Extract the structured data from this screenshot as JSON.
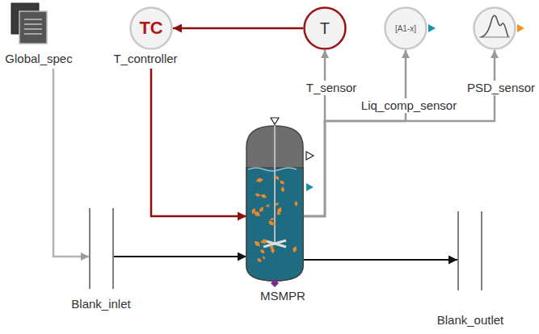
{
  "diagram": {
    "nodes": [
      {
        "text": [
          "Global_spec"
        ]
      },
      {
        "text": [
          "TC",
          "T_controller"
        ]
      },
      {
        "text": [
          "T",
          "T_sensor"
        ]
      },
      {
        "text": [
          "[A1-x]",
          "Liq_comp_sensor"
        ]
      },
      {
        "text": [
          "PSD_sensor"
        ]
      },
      {
        "text": [
          "Blank_inlet"
        ]
      },
      {
        "text": [
          "MSMPR"
        ]
      },
      {
        "text": [
          "Blank_outlet"
        ]
      }
    ],
    "edges": [
      {
        "from": 0,
        "to": 5,
        "arrow": "to"
      },
      {
        "from": 2,
        "to": 1,
        "arrow": "to"
      },
      {
        "from": 1,
        "to": 6,
        "arrow": "to"
      },
      {
        "from": 6,
        "to": 2,
        "arrow": "to"
      },
      {
        "from": 6,
        "to": 3,
        "arrow": "to"
      },
      {
        "from": 6,
        "to": 4,
        "arrow": "to"
      },
      {
        "from": 5,
        "to": 6,
        "arrow": "to"
      },
      {
        "from": 6,
        "to": 7,
        "arrow": "to"
      }
    ]
  }
}
